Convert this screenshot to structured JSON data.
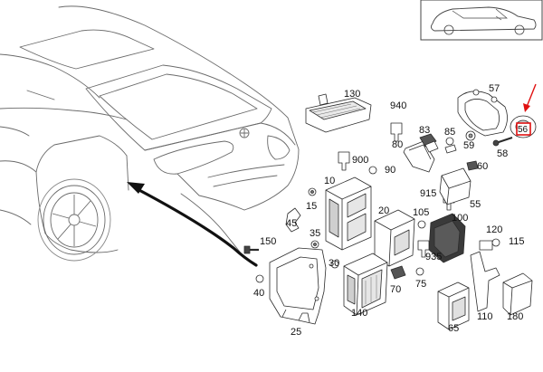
{
  "colors": {
    "line": "#2b2b2b",
    "fill": "#ffffff",
    "shade": "#9a9a9a",
    "dark": "#3a3a3a",
    "highlight": "#e01010",
    "arrow": "#111111"
  },
  "highlighted_part": "56",
  "parts": [
    {
      "id": "130",
      "label": "130"
    },
    {
      "id": "940",
      "label": "940"
    },
    {
      "id": "83",
      "label": "83"
    },
    {
      "id": "85",
      "label": "85"
    },
    {
      "id": "80",
      "label": "80"
    },
    {
      "id": "57",
      "label": "57"
    },
    {
      "id": "56",
      "label": "56"
    },
    {
      "id": "59",
      "label": "59"
    },
    {
      "id": "58",
      "label": "58"
    },
    {
      "id": "900",
      "label": "900"
    },
    {
      "id": "10",
      "label": "10"
    },
    {
      "id": "90",
      "label": "90"
    },
    {
      "id": "915",
      "label": "915"
    },
    {
      "id": "60",
      "label": "60"
    },
    {
      "id": "55",
      "label": "55"
    },
    {
      "id": "15",
      "label": "15"
    },
    {
      "id": "45",
      "label": "45"
    },
    {
      "id": "20",
      "label": "20"
    },
    {
      "id": "105",
      "label": "105"
    },
    {
      "id": "100",
      "label": "100"
    },
    {
      "id": "35",
      "label": "35"
    },
    {
      "id": "150",
      "label": "150"
    },
    {
      "id": "120",
      "label": "120"
    },
    {
      "id": "115",
      "label": "115"
    },
    {
      "id": "75",
      "label": "75"
    },
    {
      "id": "935",
      "label": "935"
    },
    {
      "id": "30",
      "label": "30"
    },
    {
      "id": "40",
      "label": "40"
    },
    {
      "id": "70",
      "label": "70"
    },
    {
      "id": "140",
      "label": "140"
    },
    {
      "id": "110",
      "label": "110"
    },
    {
      "id": "180",
      "label": "180"
    },
    {
      "id": "65",
      "label": "65"
    },
    {
      "id": "25",
      "label": "25"
    }
  ]
}
